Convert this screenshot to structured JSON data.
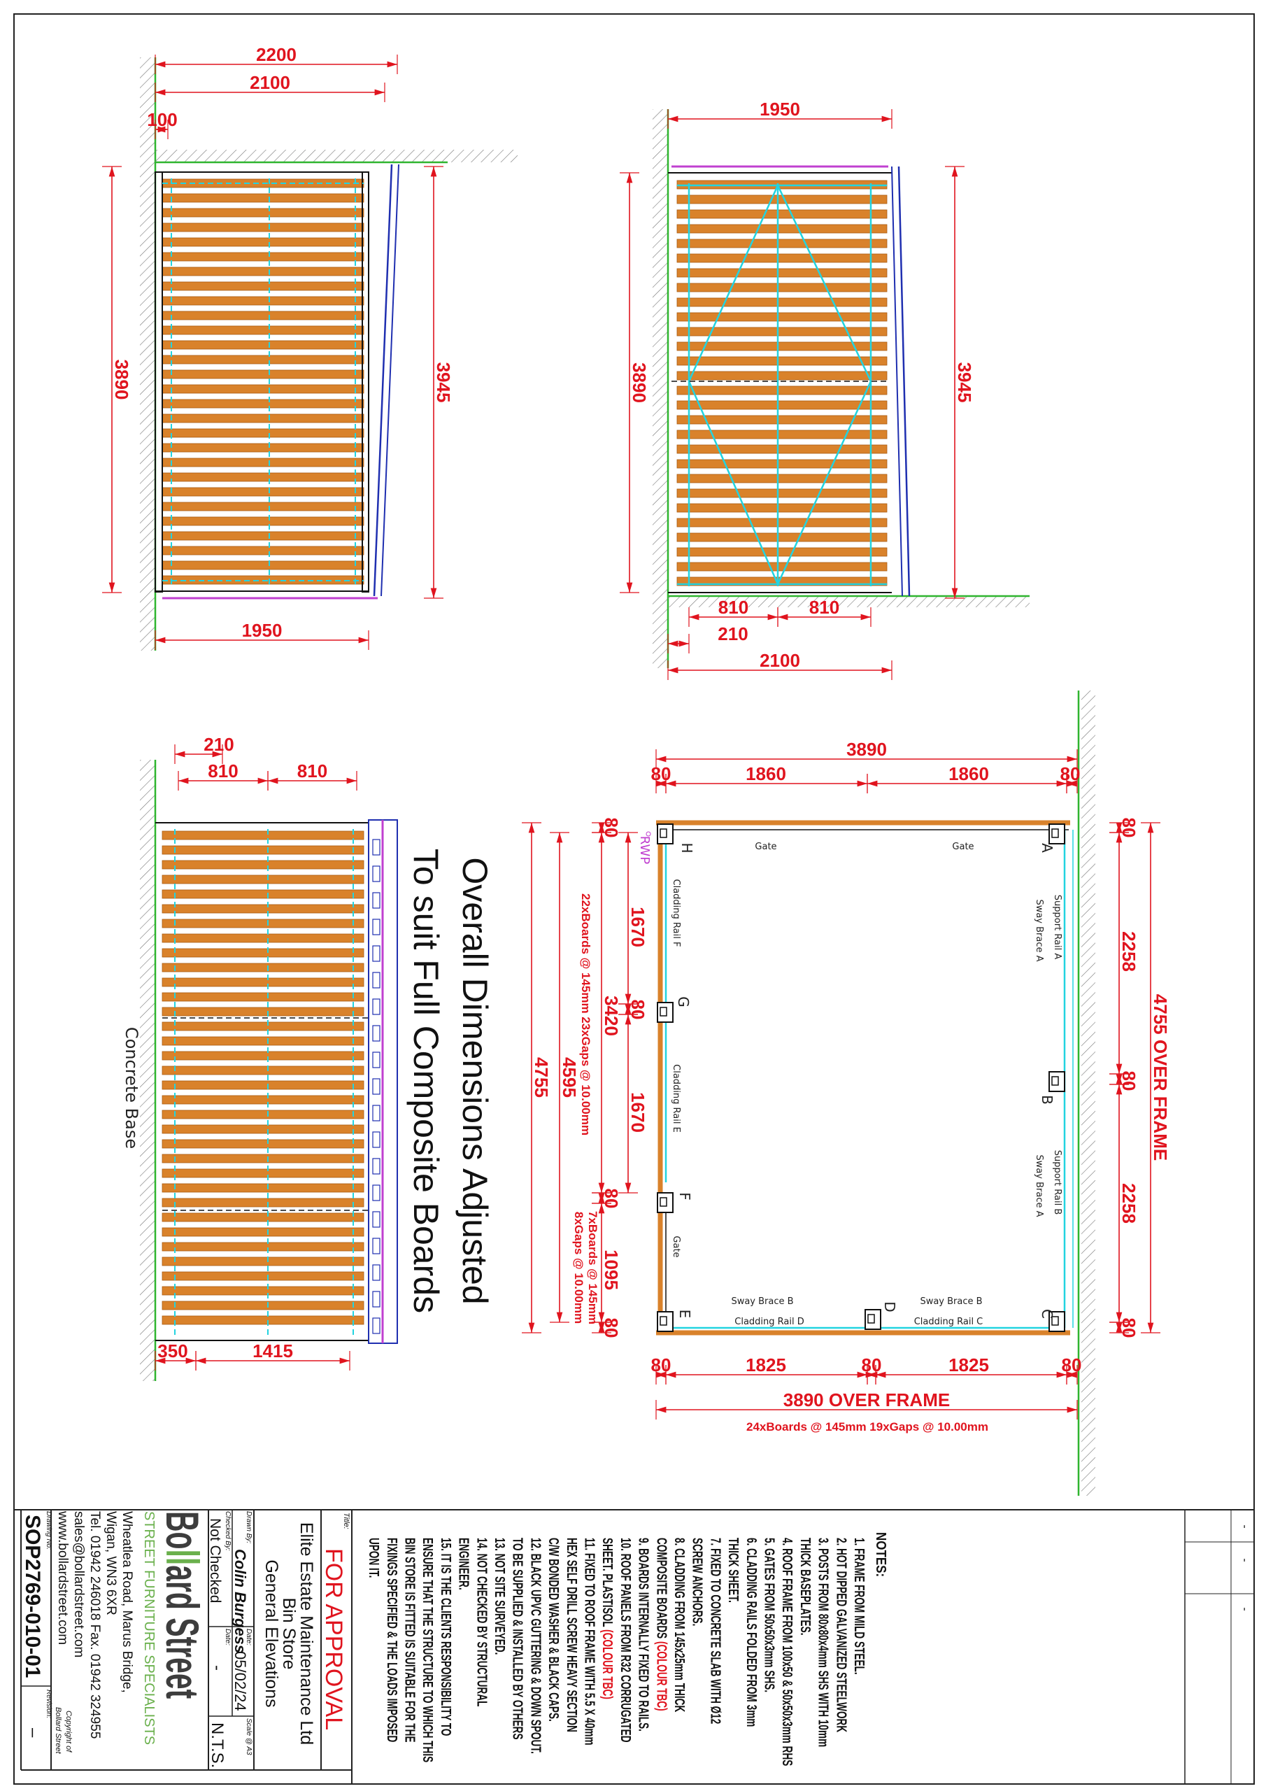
{
  "colors": {
    "dimension": "#e0141e",
    "board": "#d9822b",
    "rail": "#22d3e0",
    "ground": "#2fb52f",
    "roof": "#1f2fb0",
    "gutter": "#c040d0",
    "brand_green": "#6ab04c",
    "brand_dark": "#3d3d3d"
  },
  "front_elevation": {
    "dims": {
      "overall_width": "2200",
      "frame_width": "2100",
      "offset": "100",
      "height_left": "3890",
      "height_right": "3945",
      "base_width": "1950"
    }
  },
  "side_elevation": {
    "dims": {
      "top_width": "1950",
      "height_left": "3890",
      "height_right": "3945",
      "bay_1": "810",
      "bay_2": "810",
      "offset": "210",
      "base_width": "2100"
    }
  },
  "rear_elevation": {
    "dims": {
      "offset": "210",
      "bay_1": "810",
      "bay_2": "810",
      "base_left": "350",
      "base_right": "1415"
    },
    "label": "Concrete Base"
  },
  "overall_note": {
    "line1": "Overall Dimensions Adjusted",
    "line2": "To suit Full Composite Boards"
  },
  "plan": {
    "top": {
      "overall": "3890",
      "post_left": "80",
      "bay_1": "1860",
      "bay_2": "1860",
      "post_right": "80"
    },
    "left": {
      "post_1": "80",
      "bay_1": "1670",
      "post_2": "80",
      "bay_2": "1670",
      "post_3": "80",
      "bay_3": "1095",
      "post_4": "80",
      "sub_total": "3420",
      "inner": "4595",
      "overall": "4755",
      "boards_main": "22xBoards @ 145mm   23xGaps @ 10.00mm",
      "boards_gate_1": "7xBoards @ 145mm",
      "boards_gate_2": "8xGaps @ 10.00mm"
    },
    "right": {
      "post_1": "80",
      "bay_1": "2258",
      "post_2": "80",
      "bay_2": "2258",
      "post_3": "80",
      "overall": "4755  OVER FRAME"
    },
    "bottom": {
      "post_1": "80",
      "bay_1": "1825",
      "post_2": "80",
      "bay_2": "1825",
      "post_3": "80",
      "overall": "3890  OVER FRAME",
      "boards": "24xBoards @ 145mm  19xGaps @ 10.00mm"
    },
    "labels": {
      "gate_top_left": "Gate",
      "gate_top_right": "Gate",
      "gate_left": "Gate",
      "rail_f": "Cladding Rail F",
      "rail_e": "Cladding Rail E",
      "rail_d": "Cladding Rail D",
      "rail_c": "Cladding Rail C",
      "sway_b_1": "Sway Brace B",
      "sway_b_2": "Sway Brace B",
      "support_a": "Support Rail A",
      "support_b": "Support Rail B",
      "sway_a_1": "Sway Brace A",
      "sway_a_2": "Sway Brace A",
      "rwp": "RWP"
    },
    "posts": {
      "a": "A",
      "b": "B",
      "c": "C",
      "d": "D",
      "e": "E",
      "f": "F",
      "g": "G",
      "h": "H"
    }
  },
  "notes": {
    "heading": "NOTES:",
    "lines": [
      {
        "text": "1. FRAME FROM MILD STEEL."
      },
      {
        "text": "2. HOT DIPPED GALVANIZED STEELWORK"
      },
      {
        "text": "3. POSTS FROM 80x80x4mm SHS WITH 10mm"
      },
      {
        "text": "THICK BASEPLATES."
      },
      {
        "text": "4. ROOF FRAME FROM 100x50 & 50x50x3mm RHS"
      },
      {
        "text": "5. GATES FROM 50x50x3mm SHS."
      },
      {
        "text": "6. CLADDING RAILS FOLDED FROM 3mm"
      },
      {
        "text": "THICK SHEET."
      },
      {
        "text": "7. FIXED TO CONCRETE SLAB WITH Ø12"
      },
      {
        "text": "SCREW ANCHORS."
      },
      {
        "text": "8. CLADDING FROM 145x25mm THICK"
      },
      {
        "text": "COMPOSITE BOARDS ",
        "red": "(COLOUR TBC)"
      },
      {
        "text": "9. BOARDS INTERNALLY FIXED TO RAILS."
      },
      {
        "text": "10. ROOF PANELS FROM R32 CORRUGATED"
      },
      {
        "text": "SHEET. PLASTISOL ",
        "red": "(COLOUR TBC)"
      },
      {
        "text": "11. FIXED TO ROOF FRAME WITH 5.5 X 40mm"
      },
      {
        "text": "HEX SELF DRILL SCREW HEAVY SECTION"
      },
      {
        "text": "C/W BONDED WASHER & BLACK CAPS."
      },
      {
        "text": "12. BLACK UPVC GUTTERING & DOWN SPOUT."
      },
      {
        "text": "TO BE SUPPLIED & INSTALLED BY OTHERS"
      },
      {
        "text": "13. NOT SITE SURVEYED."
      },
      {
        "text": "14. NOT CHECKED BY STRUCTURAL"
      },
      {
        "text": "ENGINEER."
      },
      {
        "text": "15. IT IS THE CLIENTS RESPONSIBILITY TO"
      },
      {
        "text": "ENSURE THAT THE STRUCTURE TO WHICH THIS"
      },
      {
        "text": "BIN STORE IS FITTED IS SUITABLE FOR THE"
      },
      {
        "text": "FIXINGS SPECIFIED & THE LOADS IMPOSED"
      },
      {
        "text": "UPON IT."
      }
    ]
  },
  "revisions": [
    "-",
    "-",
    "-"
  ],
  "title_block": {
    "title_label": "Title:",
    "status": "FOR APPROVAL",
    "client": "Elite Estate Maintenance Ltd",
    "project": "Bin Store",
    "drawing_title": "General Elevations",
    "drawn_by_label": "Drawn By:",
    "drawn_by": "Colin Burgess",
    "date_label": "Date:",
    "date": "05/02/24",
    "scale_label": "Scale @ A3",
    "scale": "N.T.S.",
    "checked_by_label": "Checked By:",
    "checked_by": "Not Checked",
    "checked_date_label": "Date:",
    "checked_date": "-",
    "logo": {
      "part1": "Bo",
      "part2": "ll",
      "part3": "ard Street"
    },
    "tagline": "STREET FURNITURE SPECIALISTS",
    "address": [
      "Wheatlea Road, Marus Bridge,",
      "Wigan, WN3 6XR",
      "Tel. 01942 246018 Fax. 01942 324955",
      "sales@bollardstreet.com",
      "www.bollardstreet.com"
    ],
    "copyright_1": "Copyright of",
    "copyright_2": "Bollard Street",
    "drawing_no_label": "Drawing No:",
    "drawing_no": "SOP2769-010-01",
    "revision_label": "Revision:",
    "revision": "–"
  }
}
